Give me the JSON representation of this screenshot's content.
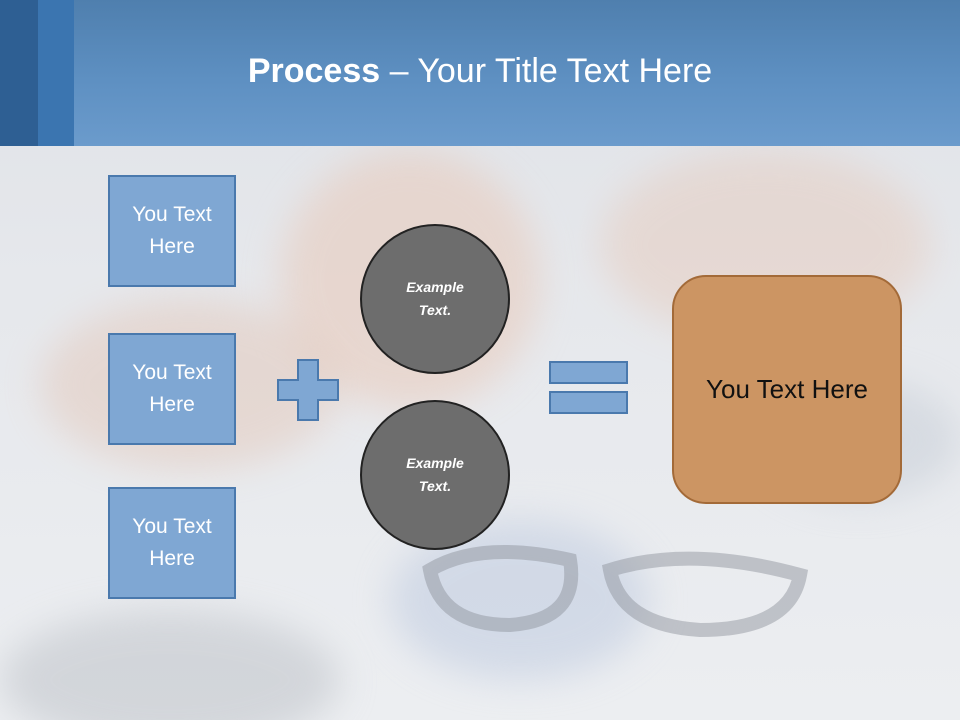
{
  "slide": {
    "title_bold": "Process",
    "title_rest": " – Your Title Text Here",
    "left_boxes": [
      {
        "label": "You Text Here"
      },
      {
        "label": "You Text Here"
      },
      {
        "label": "You Text Here"
      }
    ],
    "circles": [
      {
        "label": "Example Text."
      },
      {
        "label": "Example Text."
      }
    ],
    "result_label": "You Text Here",
    "colors": {
      "header": "#5e90c2",
      "box_fill": "#7fa7d3",
      "circle_fill": "#6d6d6d",
      "result_fill": "#cc9563"
    },
    "operators": [
      "plus-icon",
      "equals-icon"
    ]
  }
}
